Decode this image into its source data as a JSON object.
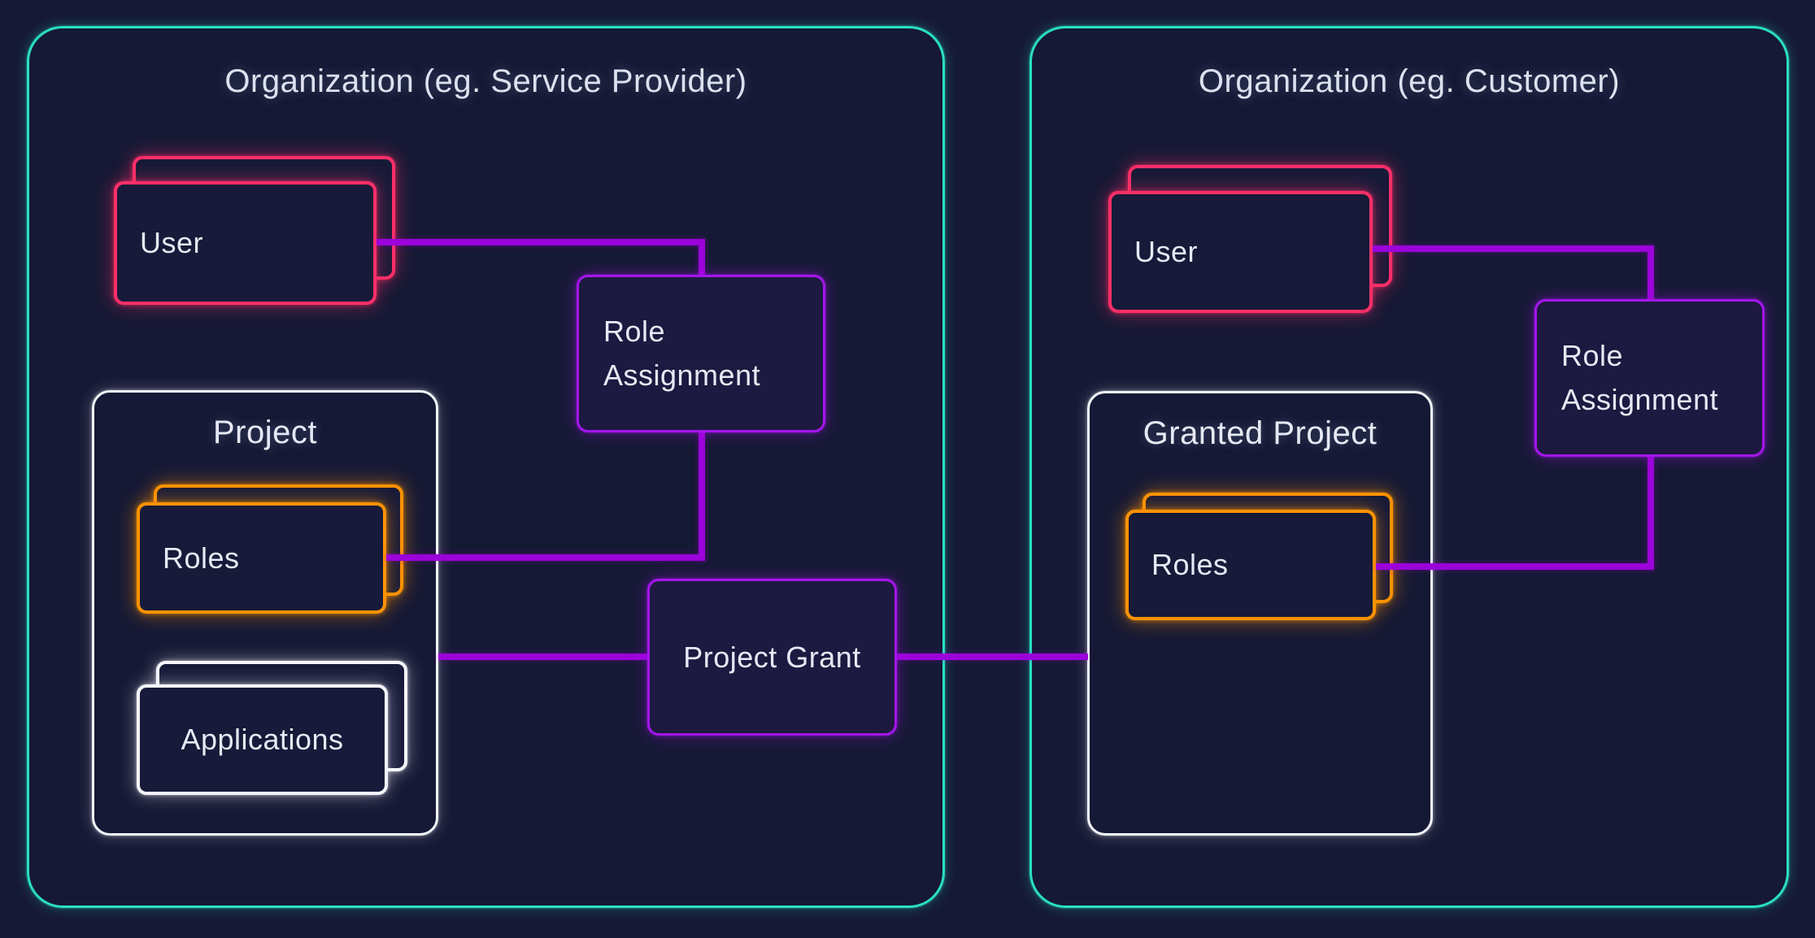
{
  "palette": {
    "bg": "#161935",
    "teal": "#2ae0c2",
    "pink": "#fd2f68",
    "orange": "#fb9203",
    "purple": "#a416ec",
    "connector": "#9c03da",
    "white": "#f4f6fc",
    "text": "#e3e6f2"
  },
  "left_org": {
    "title": "Organization (eg. Service Provider)",
    "user": {
      "label": "User"
    },
    "role_assignment": {
      "label": "Role Assignment"
    },
    "project": {
      "title": "Project",
      "roles": {
        "label": "Roles"
      },
      "applications": {
        "label": "Applications"
      }
    }
  },
  "project_grant": {
    "label": "Project Grant"
  },
  "right_org": {
    "title": "Organization (eg. Customer)",
    "user": {
      "label": "User"
    },
    "role_assignment": {
      "label": "Role Assignment"
    },
    "granted_project": {
      "title": "Granted Project",
      "roles": {
        "label": "Roles"
      }
    }
  }
}
